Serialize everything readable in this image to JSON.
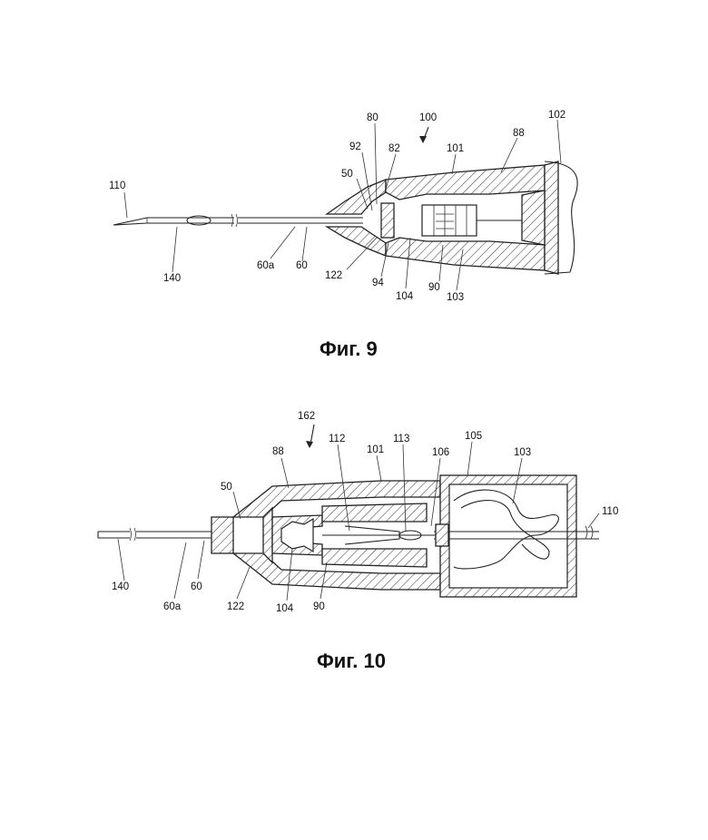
{
  "figures": [
    {
      "caption": "Фиг. 9",
      "labels": [
        "110",
        "140",
        "60a",
        "60",
        "122",
        "94",
        "104",
        "90",
        "103",
        "50",
        "92",
        "80",
        "82",
        "100",
        "101",
        "88",
        "102"
      ]
    },
    {
      "caption": "Фиг. 10",
      "labels": [
        "162",
        "88",
        "112",
        "101",
        "113",
        "106",
        "105",
        "103",
        "110",
        "50",
        "140",
        "60",
        "60a",
        "122",
        "104",
        "90"
      ]
    }
  ]
}
